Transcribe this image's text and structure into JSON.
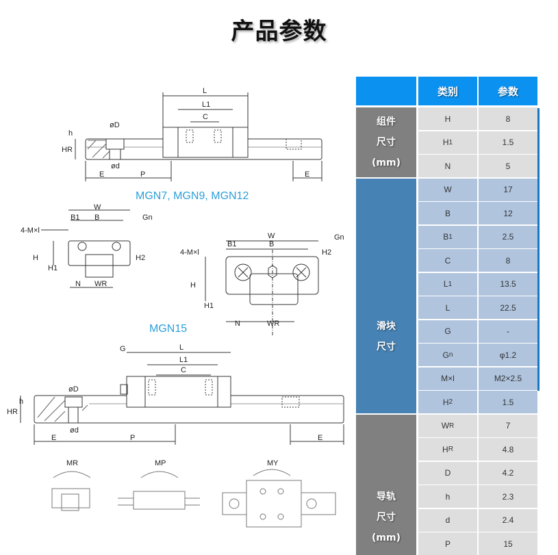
{
  "page_title": "产品参数",
  "diagram": {
    "caption_small": "MGN7, MGN9, MGN12",
    "caption_large": "MGN15",
    "dimension_labels": [
      "L",
      "L1",
      "C",
      "øD",
      "ød",
      "h",
      "HR",
      "E",
      "P",
      "W",
      "B",
      "B1",
      "4-M×l",
      "Gn",
      "H",
      "H1",
      "H2",
      "N",
      "WR",
      "G"
    ],
    "moment_labels": [
      "MR",
      "MP",
      "MY"
    ]
  },
  "table": {
    "header": {
      "blank": "",
      "category": "类别",
      "value": "参数"
    },
    "colors": {
      "header": "#0b92f0",
      "assembly_group": "#808080",
      "block_group": "#4682b4",
      "rail_group": "#808080",
      "gray_cell": "#dedede",
      "blue_cell": "#b0c4de",
      "edge": "#1677c4"
    },
    "groups": [
      {
        "label_lines": [
          "组件",
          "尺寸",
          "(mm)"
        ],
        "rows": [
          {
            "param": "H",
            "sub": "",
            "value": "8"
          },
          {
            "param": "H",
            "sub": "1",
            "value": "1.5"
          },
          {
            "param": "N",
            "sub": "",
            "value": "5"
          }
        ]
      },
      {
        "label_lines": [
          "滑块",
          "尺寸"
        ],
        "rows": [
          {
            "param": "W",
            "sub": "",
            "value": "17"
          },
          {
            "param": "B",
            "sub": "",
            "value": "12"
          },
          {
            "param": "B",
            "sub": "1",
            "value": "2.5"
          },
          {
            "param": "C",
            "sub": "",
            "value": "8"
          },
          {
            "param": "L",
            "sub": "1",
            "value": "13.5"
          },
          {
            "param": "L",
            "sub": "",
            "value": "22.5"
          },
          {
            "param": "G",
            "sub": "",
            "value": "-"
          },
          {
            "param": "G",
            "sub": "n",
            "value": "φ1.2"
          },
          {
            "param": "M×l",
            "sub": "",
            "value": "M2×2.5"
          },
          {
            "param": "H",
            "sub": "2",
            "value": "1.5"
          }
        ]
      },
      {
        "label_lines": [
          "导轨",
          "尺寸",
          "(mm)"
        ],
        "rows": [
          {
            "param": "W",
            "sub": "R",
            "value": "7"
          },
          {
            "param": "H",
            "sub": "R",
            "value": "4.8"
          },
          {
            "param": "D",
            "sub": "",
            "value": "4.2"
          },
          {
            "param": "h",
            "sub": "",
            "value": "2.3"
          },
          {
            "param": "d",
            "sub": "",
            "value": "2.4"
          },
          {
            "param": "P",
            "sub": "",
            "value": "15"
          }
        ]
      }
    ]
  }
}
